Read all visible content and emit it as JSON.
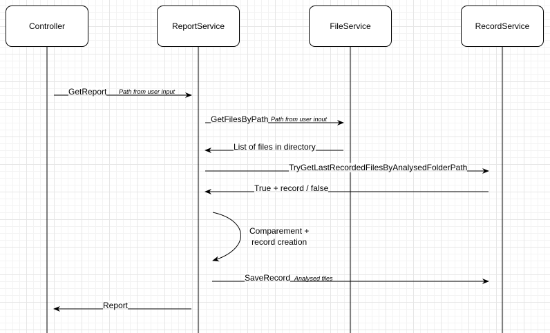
{
  "actors": [
    "Controller",
    "ReportService",
    "FileService",
    "RecordService"
  ],
  "messages": [
    {
      "label": "GetReport",
      "note": "Path from user input"
    },
    {
      "label": "GetFilesByPath",
      "note": "Path from user inout"
    },
    {
      "label": "List of files in directory",
      "note": ""
    },
    {
      "label": "TryGetLastRecordedFilesByAnalysedFolderPath",
      "note": ""
    },
    {
      "label": "True + record / false",
      "note": ""
    },
    {
      "label": "SaveRecord",
      "note": "Analysed files"
    },
    {
      "label": "Report",
      "note": ""
    }
  ],
  "self_call": {
    "line1": "Comparement +",
    "line2": "record creation"
  }
}
